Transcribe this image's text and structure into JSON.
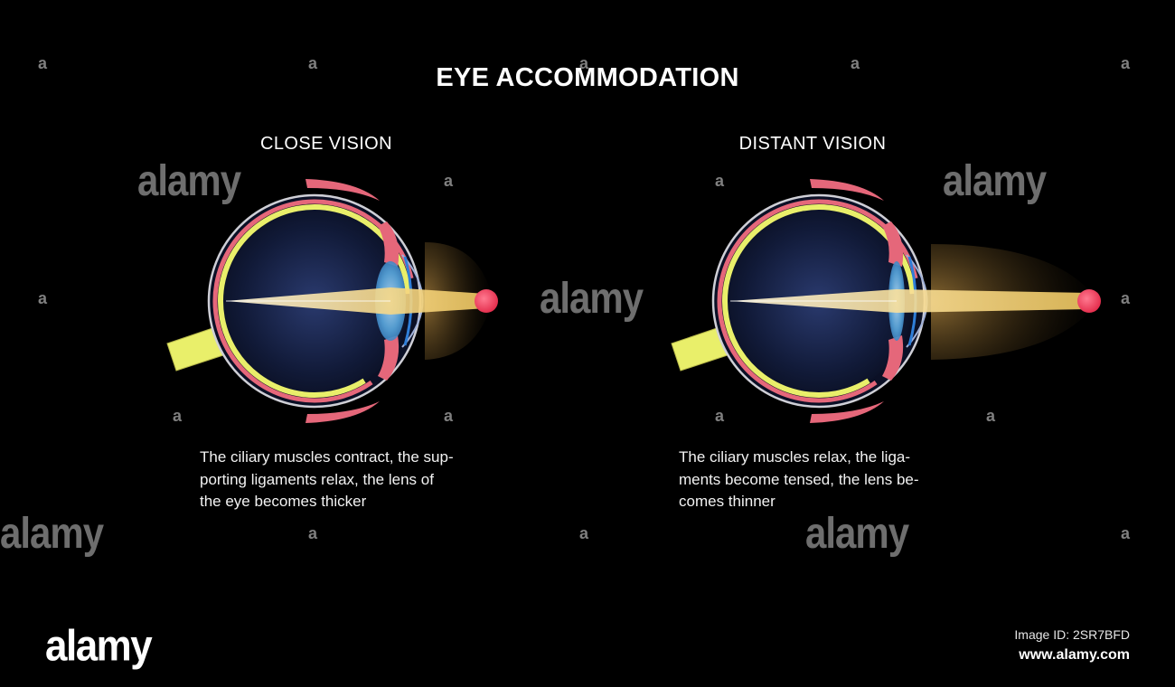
{
  "title": "EYE ACCOMMODATION",
  "panels": [
    {
      "heading": "CLOSE VISION",
      "description_lines": [
        "The ciliary muscles contract, the sup-",
        "porting ligaments relax, the lens of",
        "the eye becomes thicker"
      ]
    },
    {
      "heading": "DISTANT VISION",
      "description_lines": [
        "The ciliary muscles  relax, the liga-",
        "ments become tensed, the lens be-",
        "comes thinner"
      ]
    }
  ],
  "watermark": {
    "word": "alamy",
    "letter": "a"
  },
  "footer": {
    "logo": "alamy",
    "image_id": "Image ID: 2SR7BFD",
    "url": "www.alamy.com"
  },
  "colors": {
    "background": "#000000",
    "retina": "#e9ef6a",
    "choroid": "#e5677a",
    "lens": "#5aa9e0",
    "light_beam": "#f7d98a",
    "focus_point": "#ef3c5a"
  }
}
